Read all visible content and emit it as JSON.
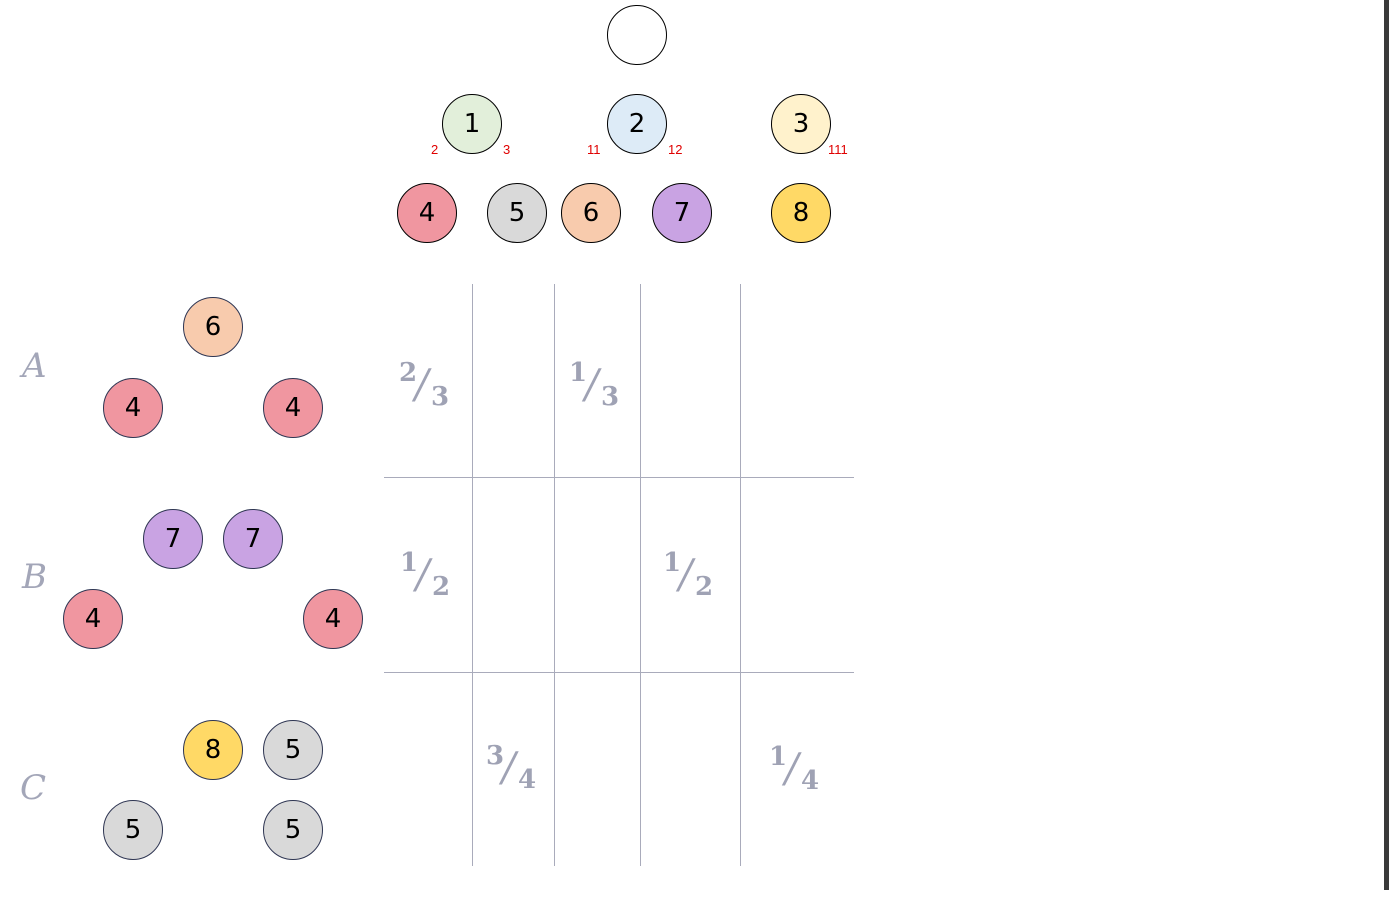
{
  "tree": {
    "root": {
      "label": "",
      "fill": "#ffffff"
    },
    "level1": [
      {
        "label": "1",
        "fill": "#e2efda"
      },
      {
        "label": "2",
        "fill": "#ddebf7"
      },
      {
        "label": "3",
        "fill": "#fff2cc"
      }
    ],
    "level2": [
      {
        "label": "4",
        "fill": "#f096a0"
      },
      {
        "label": "5",
        "fill": "#d9d9d9"
      },
      {
        "label": "6",
        "fill": "#f8cbad"
      },
      {
        "label": "7",
        "fill": "#c9a3e3"
      },
      {
        "label": "8",
        "fill": "#ffd966"
      }
    ],
    "edge_labels": [
      "2",
      "3",
      "11",
      "12",
      "111"
    ],
    "edge_label_color": "#e00000"
  },
  "rows": [
    {
      "label": "A",
      "nodes": [
        "6",
        "4",
        "4"
      ]
    },
    {
      "label": "B",
      "nodes": [
        "7",
        "7",
        "4",
        "4"
      ]
    },
    {
      "label": "C",
      "nodes": [
        "8",
        "5",
        "5",
        "5"
      ]
    }
  ],
  "fractions": [
    {
      "num": "2",
      "den": "3"
    },
    {
      "num": "1",
      "den": "3"
    },
    {
      "num": "1",
      "den": "2"
    },
    {
      "num": "1",
      "den": "2"
    },
    {
      "num": "3",
      "den": "4"
    },
    {
      "num": "1",
      "den": "4"
    }
  ]
}
